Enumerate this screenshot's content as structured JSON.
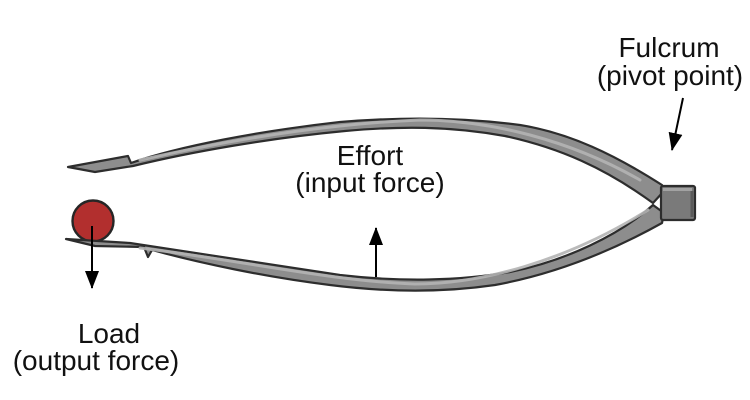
{
  "labels": {
    "fulcrum": {
      "line1": "Fulcrum",
      "line2": "(pivot point)"
    },
    "effort": {
      "line1": "Effort",
      "line2": "(input force)"
    },
    "load": {
      "line1": "Load",
      "line2": "(output force)"
    }
  },
  "arrows": {
    "load_arrow": "↓",
    "effort_arrow": "↑",
    "fulcrum_arrow": "↙"
  },
  "colors": {
    "background": "#ffffff",
    "arm_fill": "#8d8d8d",
    "arm_highlight": "#b4b4b4",
    "arm_outline": "#2d2d2d",
    "block_fill": "#7a7a7a",
    "ball_fill": "#b22f2e",
    "annotation": "#000000",
    "text": "#111111"
  }
}
